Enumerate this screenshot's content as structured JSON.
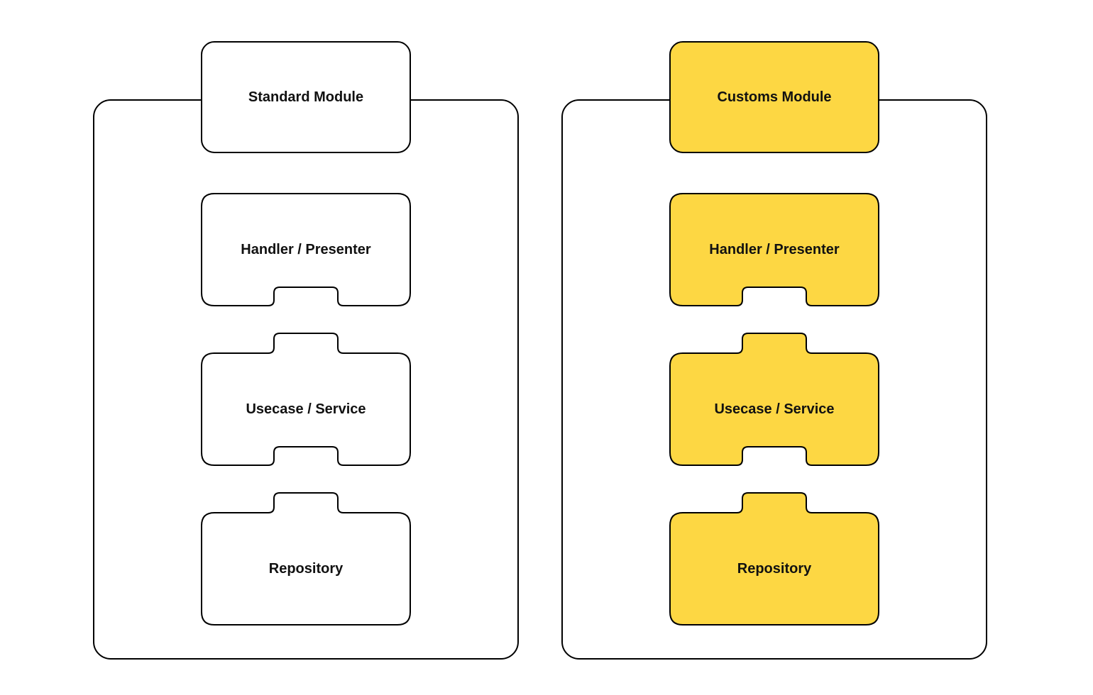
{
  "canvas": {
    "background": "#ffffff",
    "stroke": "#000000",
    "text_color": "#111111",
    "accent_yellow": "#FDD743"
  },
  "modules": [
    {
      "id": "standard",
      "title": "Standard Module",
      "fill": "#ffffff",
      "blocks": [
        {
          "label": "Handler / Presenter",
          "shape": "notch-bottom"
        },
        {
          "label": "Usecase / Service",
          "shape": "tab-top-notch-bottom"
        },
        {
          "label": "Repository",
          "shape": "tab-top"
        }
      ]
    },
    {
      "id": "customs",
      "title": "Customs Module",
      "fill": "#FDD743",
      "blocks": [
        {
          "label": "Handler / Presenter",
          "shape": "notch-bottom"
        },
        {
          "label": "Usecase / Service",
          "shape": "tab-top-notch-bottom"
        },
        {
          "label": "Repository",
          "shape": "tab-top"
        }
      ]
    }
  ]
}
